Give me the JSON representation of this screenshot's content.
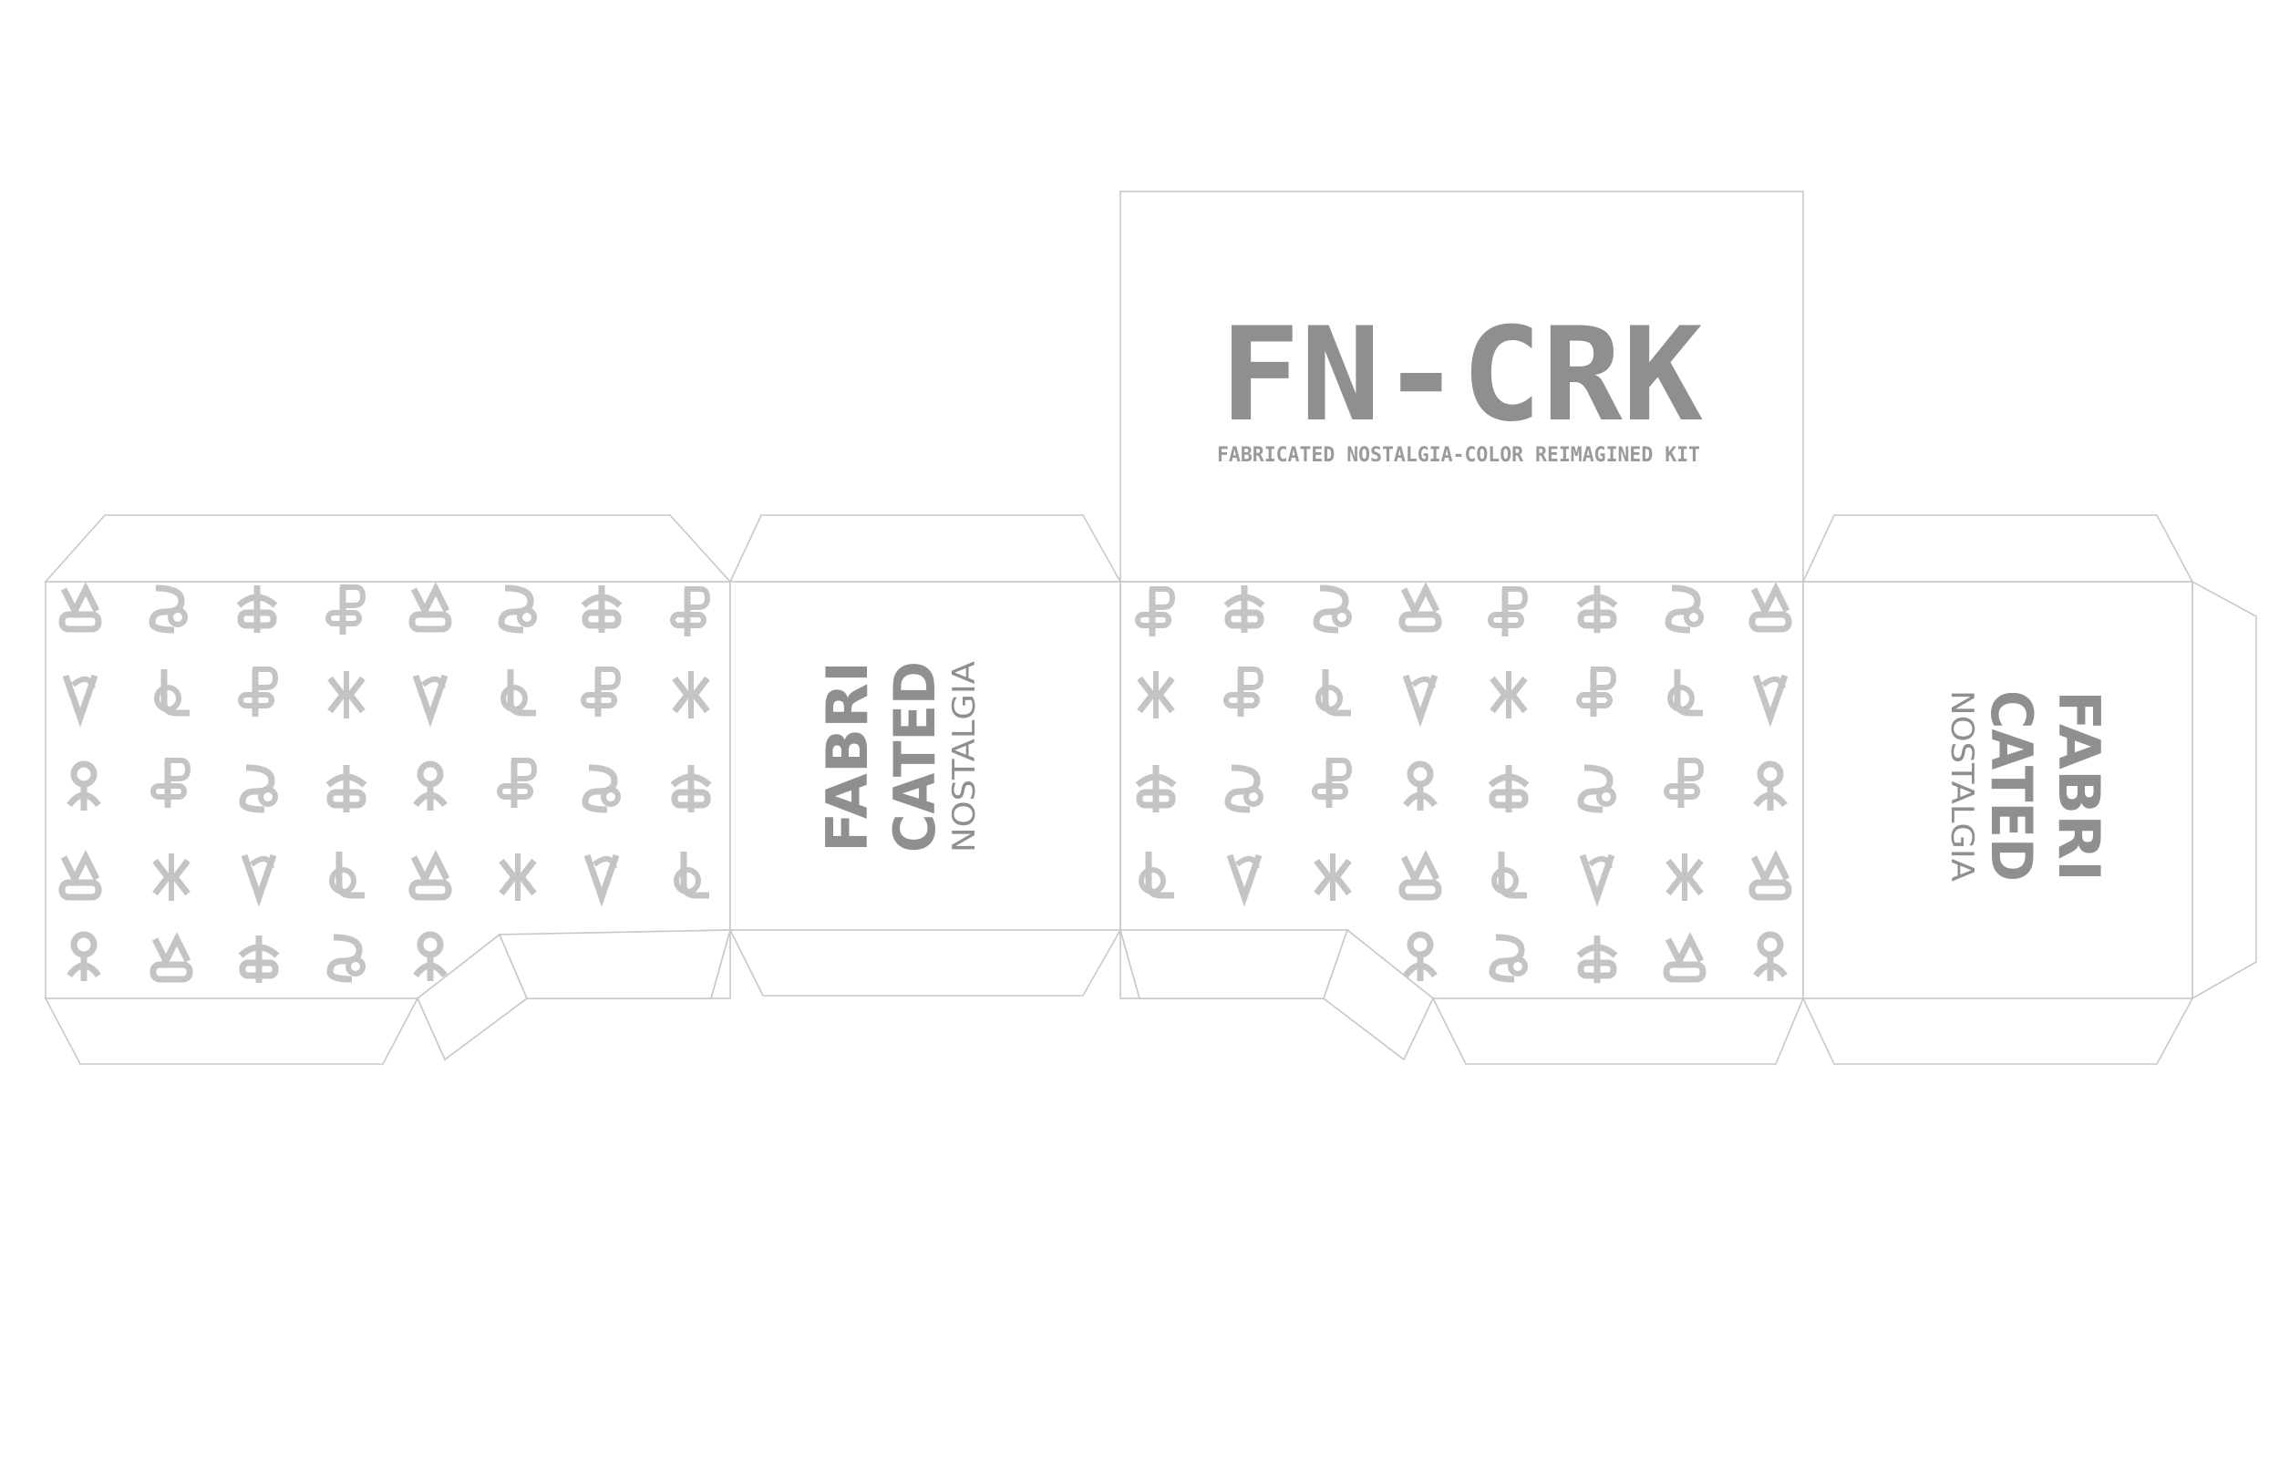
{
  "top_panel": {
    "title": "FN-CRK",
    "subtitle": "FABRICATED NOSTALGIA-COLOR REIMAGINED KIT"
  },
  "side_panel_left": {
    "line1": "FABRI",
    "line2": "CATED",
    "line3": "NOSTALGIA"
  },
  "side_panel_right": {
    "line1": "FABRI",
    "line2": "CATED",
    "line3": "NOSTALGIA"
  },
  "colors": {
    "ink": "#8f8f8f",
    "pattern": "#c4c4c4",
    "cut_line": "#c8c8c8",
    "background": "#ffffff"
  }
}
